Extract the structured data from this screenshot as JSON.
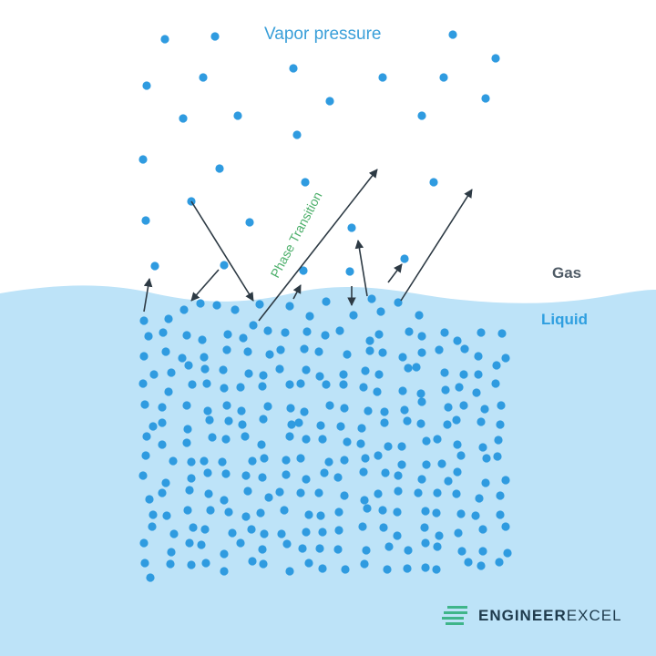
{
  "title": "Vapor pressure",
  "labels": {
    "gas": "Gas",
    "liquid": "Liquid",
    "transition": "Phase Transition"
  },
  "brand": {
    "name_bold": "ENGINEER",
    "name_light": "EXCEL"
  },
  "colors": {
    "particle": "#2f9be0",
    "liquid": "#bde3f8",
    "arrow": "#2d3a44",
    "transition_text": "#4caf6a"
  }
}
